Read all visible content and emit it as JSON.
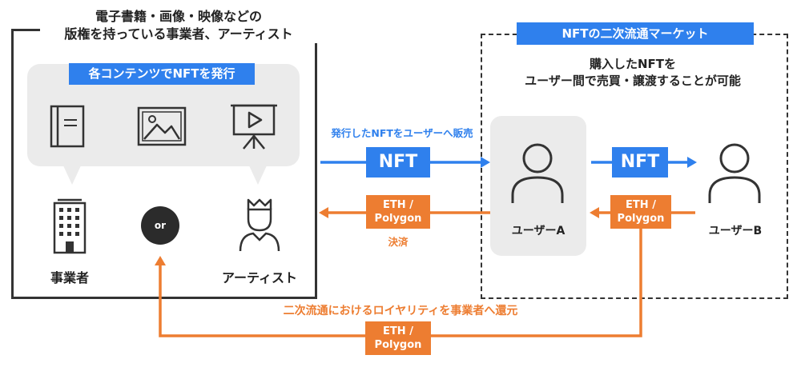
{
  "left_box": {
    "title_line1": "電子書籍・画像・映像などの",
    "title_line2": "版権を持っている事業者、アーティスト",
    "issue_label": "各コンテンツでNFTを発行",
    "or_label": "or",
    "business_label": "事業者",
    "artist_label": "アーティスト"
  },
  "right_box": {
    "title": "NFTの二次流通マーケット",
    "desc_line1": "購入したNFTを",
    "desc_line2": "ユーザー間で売買・譲渡することが可能",
    "userA_label": "ユーザーA",
    "userB_label": "ユーザーB"
  },
  "flows": {
    "sell_label": "発行したNFTをユーザーへ販売",
    "nft_label": "NFT",
    "nft_label_2": "NFT",
    "payment_line1": "ETH /",
    "payment_line2": "Polygon",
    "payment_caption": "決済",
    "user_payment_line1": "ETH /",
    "user_payment_line2": "Polygon",
    "royalty_label": "二次流通におけるロイヤリティを事業者へ還元",
    "royalty_payment_line1": "ETH /",
    "royalty_payment_line2": "Polygon"
  },
  "colors": {
    "blue": "#2f80ed",
    "orange": "#ed7d31",
    "dark": "#333333"
  }
}
